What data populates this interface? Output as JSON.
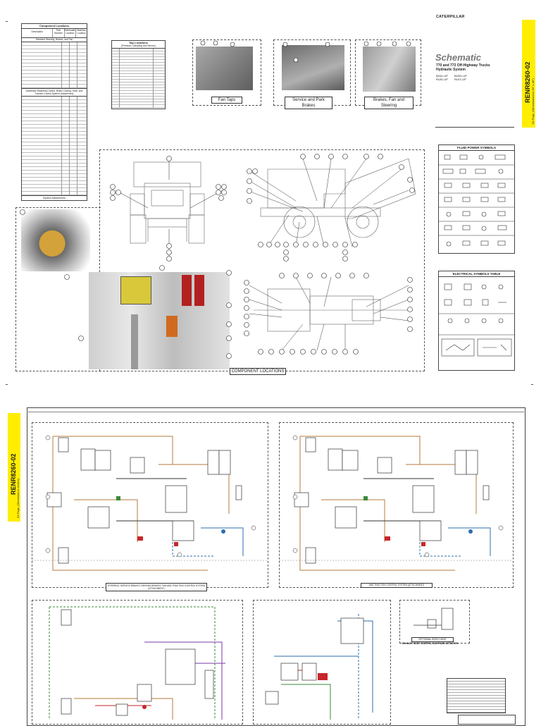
{
  "brand": {
    "logo": "CATERPILLAR"
  },
  "doc": {
    "code": "RENR8260-02",
    "subtitle_top": "54 Page, (Dimensioned to 36\" x 48\")",
    "subtitle_bottom": "54 Page, (Dimension in Inches)"
  },
  "header": {
    "title": "Schematic",
    "model": "770 and 772 Off-Highway Trucks",
    "system": "Hydraulic System",
    "serials": [
      "BZA1-UP",
      "RLB1-UP",
      "B2W1-UP",
      "RLE1-UP"
    ]
  },
  "tables": {
    "component_locations": {
      "title": "Component Locations",
      "columns": [
        "Description",
        "Part Number",
        "Schematic Location",
        "Machine Location"
      ],
      "section_headers": [
        "Standard Steering, Brakes, and Fan",
        "Automatic Retarding Control, Brake Cooling, Hoist, and Traction Control System (Attachment)"
      ],
      "footer": "System Attachments"
    },
    "tap_locations": {
      "title": "Tap Locations",
      "subtitle": "(Pressure, Sampling and Sensor)"
    }
  },
  "photos": {
    "fan_taps": "Fan Taps",
    "service_park_brakes": "Service and Park Brakes",
    "brakes_fan_steering": "Brakes, Fan and Steering"
  },
  "sections": {
    "component_locations_label": "COMPONENT LOCATIONS",
    "fluid_power_symbols": "FLUID POWER SYMBOLS",
    "electrical_symbols": "ELECTRICAL SYMBOLS TABLE"
  },
  "schematic_panels": {
    "left_top_caption": "STEERING, SERVICE BRAKES, PARKING BRAKES, FAN AND TRACTION CONTROL SYSTEM (ATTACHMENT)",
    "right_top_caption": "AND TRACTION CONTROL SYSTEM (ATTACHMENT)",
    "optional_body_heat": "OPTIONAL BODY HEAT",
    "exhaust_caption": "EXHAUST BODY CONTROL VALVE AND ACTUATOR"
  },
  "colors": {
    "yellow_tab": "#ffee00",
    "line_dark": "#333333",
    "brown_line": "#b47a3a",
    "blue_line": "#2a6fb0",
    "red_line": "#c8262a",
    "green_line": "#3a8a3a",
    "purple_line": "#7a3aa8",
    "photo_gray": "#8b8b8b"
  },
  "icons": [
    "tap-callout-icon",
    "component-callout-icon"
  ]
}
